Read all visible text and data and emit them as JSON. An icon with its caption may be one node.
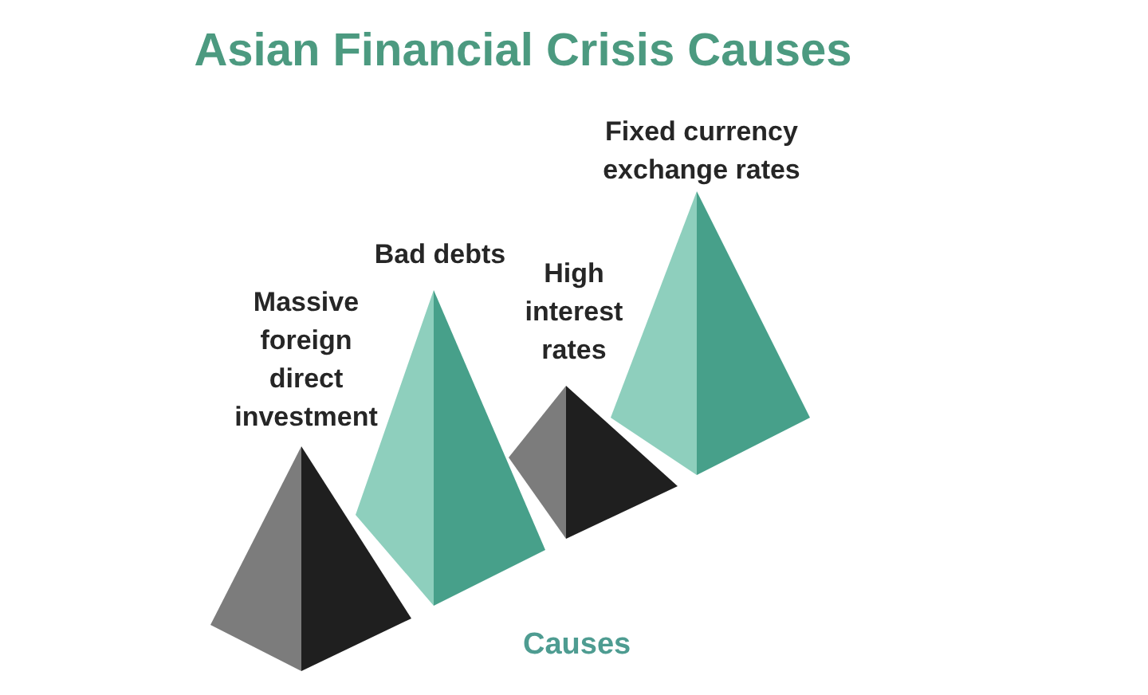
{
  "diagram": {
    "title": "Asian Financial Crisis Causes",
    "caption": "Causes",
    "nodes": [
      {
        "text": [
          "Massive foreign direct investment"
        ]
      },
      {
        "text": [
          "Bad debts"
        ]
      },
      {
        "text": [
          "High interest rates"
        ]
      },
      {
        "text": [
          "Fixed currency exchange rates"
        ]
      }
    ]
  }
}
